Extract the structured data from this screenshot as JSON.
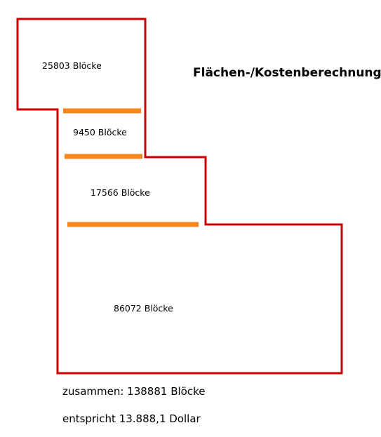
{
  "title": "Flächen-/Kostenberechnung",
  "colors": {
    "outline": "#cc0000",
    "divider": "#f5871f"
  },
  "areas": [
    {
      "label": "25803 Blöcke"
    },
    {
      "label": "9450 Blöcke"
    },
    {
      "label": "17566 Blöcke"
    },
    {
      "label": "86072 Blöcke"
    }
  ],
  "summary": {
    "total": "zusammen: 138881 Blöcke",
    "cost": "entspricht 13.888,1 Dollar"
  }
}
